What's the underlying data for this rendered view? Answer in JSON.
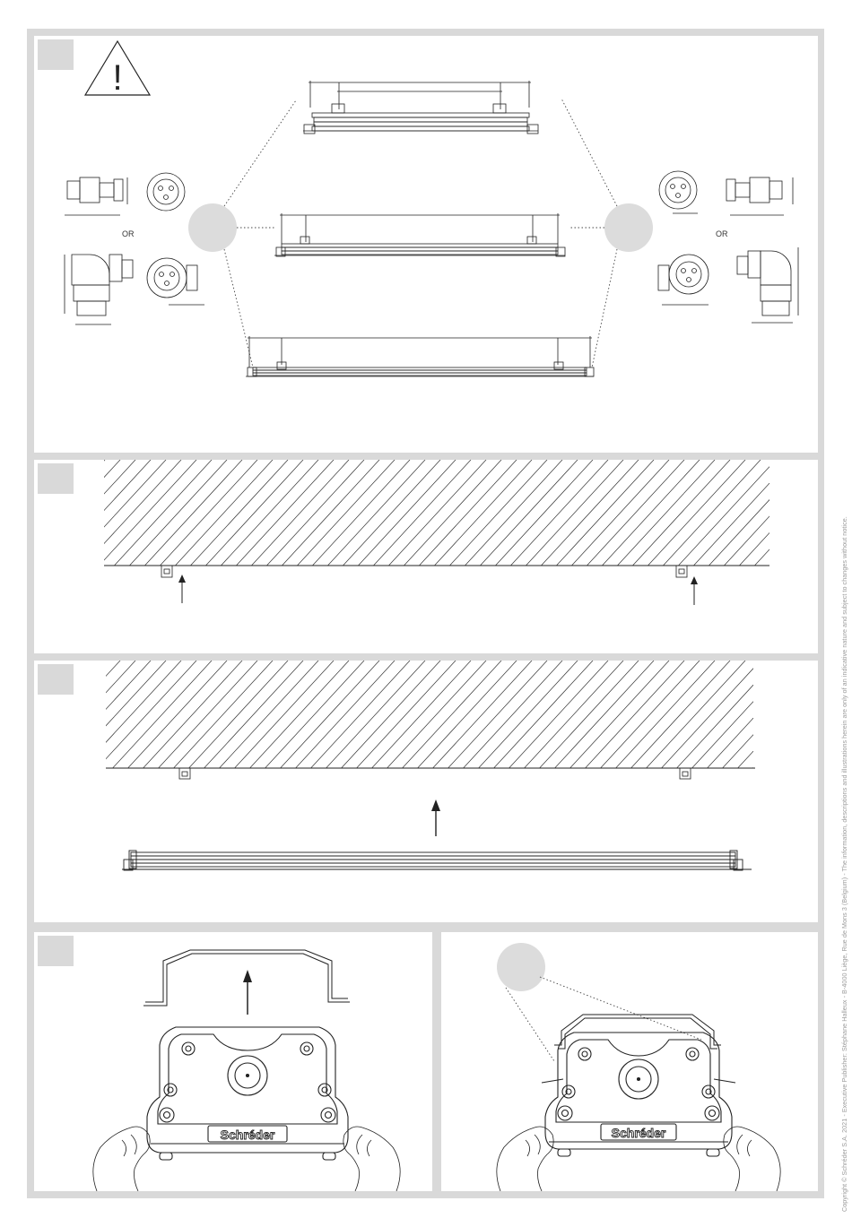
{
  "document": {
    "steps": [
      {
        "id": "step-1",
        "number": ""
      },
      {
        "id": "step-2",
        "number": ""
      },
      {
        "id": "step-3",
        "number": ""
      },
      {
        "id": "step-4",
        "number": ""
      }
    ],
    "connector_or_left": "OR",
    "connector_or_right": "OR",
    "warning_symbol": "!",
    "brand_label_left": "Schréder",
    "brand_label_right": "Schréder",
    "copyright": "Copyright © Schréder S.A. 2021 - Executive Publisher: Stéphane Halleux - B-4000 Liège, Rue de Mons 3 (Belgium) - The information, descriptions and illustrations herein are only of an indicative nature and subject to changes without notice."
  },
  "icons": {
    "warning": "warning-triangle-icon",
    "arrow": "arrow-up-icon"
  },
  "colors": {
    "frame": "#d9d9d9",
    "line": "#222222",
    "callout": "#dcdcdc"
  }
}
